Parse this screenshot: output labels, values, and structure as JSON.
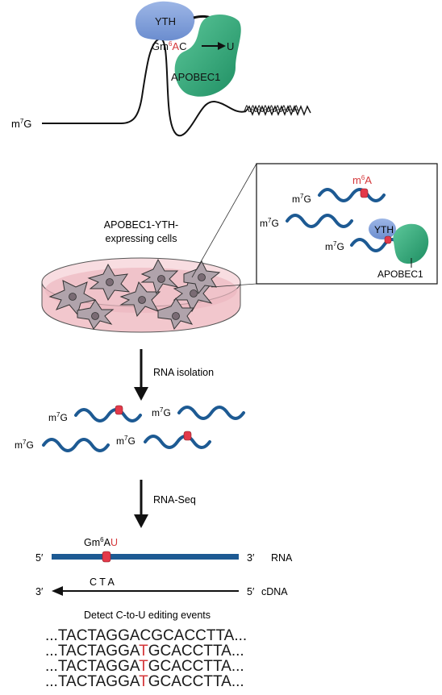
{
  "top_panel": {
    "yth": "YTH",
    "apobec1": "APOBEC1",
    "motif_pre": "Gm",
    "motif_sup": "6",
    "motif_a": "A",
    "motif_post": "C",
    "motif_arrow_target": "U",
    "cap_m": "m",
    "cap_sup": "7",
    "cap_g": "G",
    "polya": "AAAAAAAAA"
  },
  "inset": {
    "m6a_m": "m",
    "m6a_sup": "6",
    "m6a_a": "A",
    "cap_m": "m",
    "cap_sup": "7",
    "cap_g": "G",
    "yth": "YTH",
    "apobec1": "APOBEC1"
  },
  "cells": {
    "line1": "APOBEC1-YTH-",
    "line2": "expressing cells"
  },
  "steps": {
    "rna_isolation": "RNA isolation",
    "rna_seq": "RNA-Seq"
  },
  "bottom": {
    "five_prime": "5′",
    "three_prime": "3′",
    "rna": "RNA",
    "cdna": "cDNA",
    "motif_pre": "Gm",
    "motif_sup": "6",
    "motif_a": "A",
    "motif_u": "U",
    "cta": "C T A",
    "detect": "Detect C-to-U editing events"
  },
  "sequences": [
    {
      "pre": "...TACTAGGA",
      "base": "C",
      "post": "GCACCTTA...",
      "edited": false
    },
    {
      "pre": "...TACTAGGA",
      "base": "T",
      "post": "GCACCTTA...",
      "edited": true
    },
    {
      "pre": "...TACTAGGA",
      "base": "T",
      "post": "GCACCTTA...",
      "edited": true
    },
    {
      "pre": "...TACTAGGA",
      "base": "T",
      "post": "GCACCTTA...",
      "edited": true
    }
  ],
  "colors": {
    "yth": "#7f9fd8",
    "apobec1": "#2fa87a",
    "rna_strand": "#1d5a93",
    "mark": "#e3394a",
    "dish": "#f2c7cd",
    "highlight": "#d4373a"
  }
}
